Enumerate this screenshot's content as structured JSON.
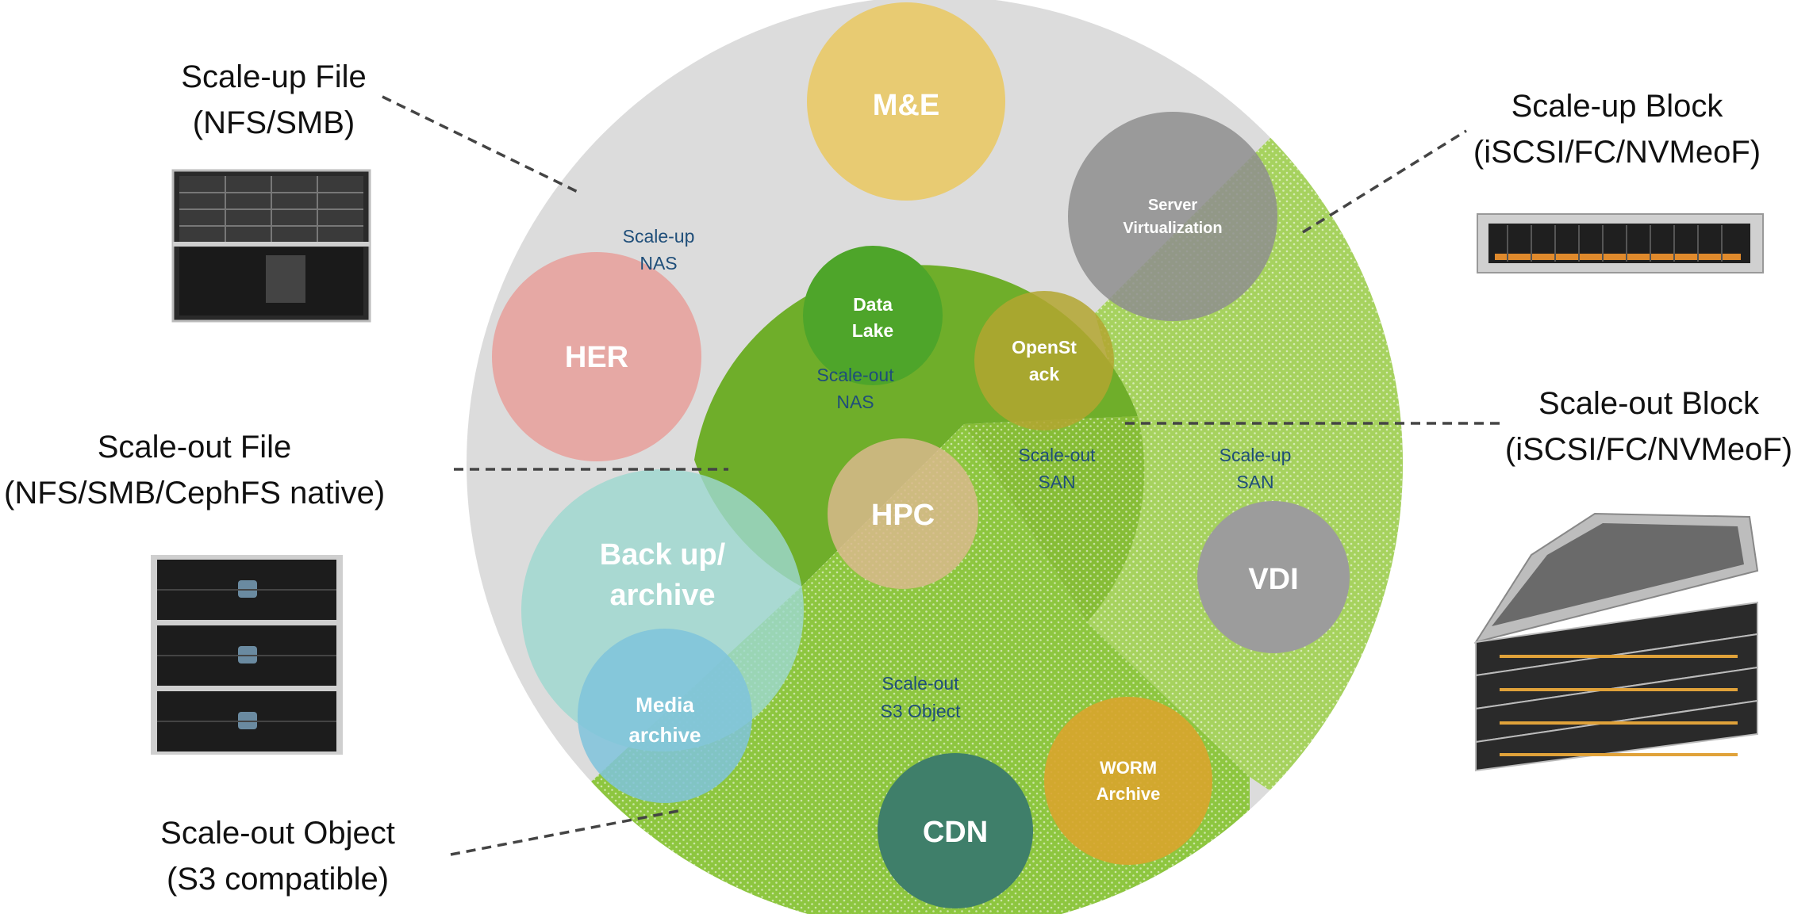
{
  "categories": {
    "scale_up_file": {
      "title": "Scale-up File",
      "protocols": "(NFS/SMB)"
    },
    "scale_out_file": {
      "title": "Scale-out File",
      "protocols": "(NFS/SMB/CephFS native)"
    },
    "scale_out_object": {
      "title": "Scale-out Object",
      "protocols": "(S3 compatible)"
    },
    "scale_up_block": {
      "title": "Scale-up Block",
      "protocols": "(iSCSI/FC/NVMeoF)"
    },
    "scale_out_block": {
      "title": "Scale-out Block",
      "protocols": "(iSCSI/FC/NVMeoF)"
    }
  },
  "regions": {
    "scale_up_nas": [
      "Scale-up",
      "NAS"
    ],
    "scale_out_nas": [
      "Scale-out",
      "NAS"
    ],
    "scale_out_san": [
      "Scale-out",
      "SAN"
    ],
    "scale_up_san": [
      "Scale-up",
      "SAN"
    ],
    "scale_out_s3": [
      "Scale-out",
      "S3 Object"
    ]
  },
  "workloads": {
    "me": [
      "M&E"
    ],
    "server_virt": [
      "Server",
      "Virtualization"
    ],
    "her": [
      "HER"
    ],
    "data_lake": [
      "Data",
      "Lake"
    ],
    "openstack": [
      "OpenSt",
      "ack"
    ],
    "hpc": [
      "HPC"
    ],
    "backup": [
      "Back up/",
      "archive"
    ],
    "media_archive": [
      "Media",
      "archive"
    ],
    "vdi": [
      "VDI"
    ],
    "worm": [
      "WORM",
      "Archive"
    ],
    "cdn": [
      "CDN"
    ]
  },
  "colors": {
    "outer_gray": "#dcdcdc",
    "light_green": "#a6d25e",
    "mid_green": "#8dc63f",
    "dark_green": "#6fae2a",
    "me_yellow": "#e8cb72",
    "her_pink": "#e6a8a4",
    "server_gray": "#8e8e8e",
    "hpc_tan": "#d9b88c",
    "backup_teal": "#9ed8d0",
    "media_blue": "#7fc3dc",
    "vdi_gray": "#9c9c9c",
    "worm_orange": "#d9a42c",
    "cdn_teal": "#3f7f6a",
    "region_text": "#1f4e79"
  }
}
